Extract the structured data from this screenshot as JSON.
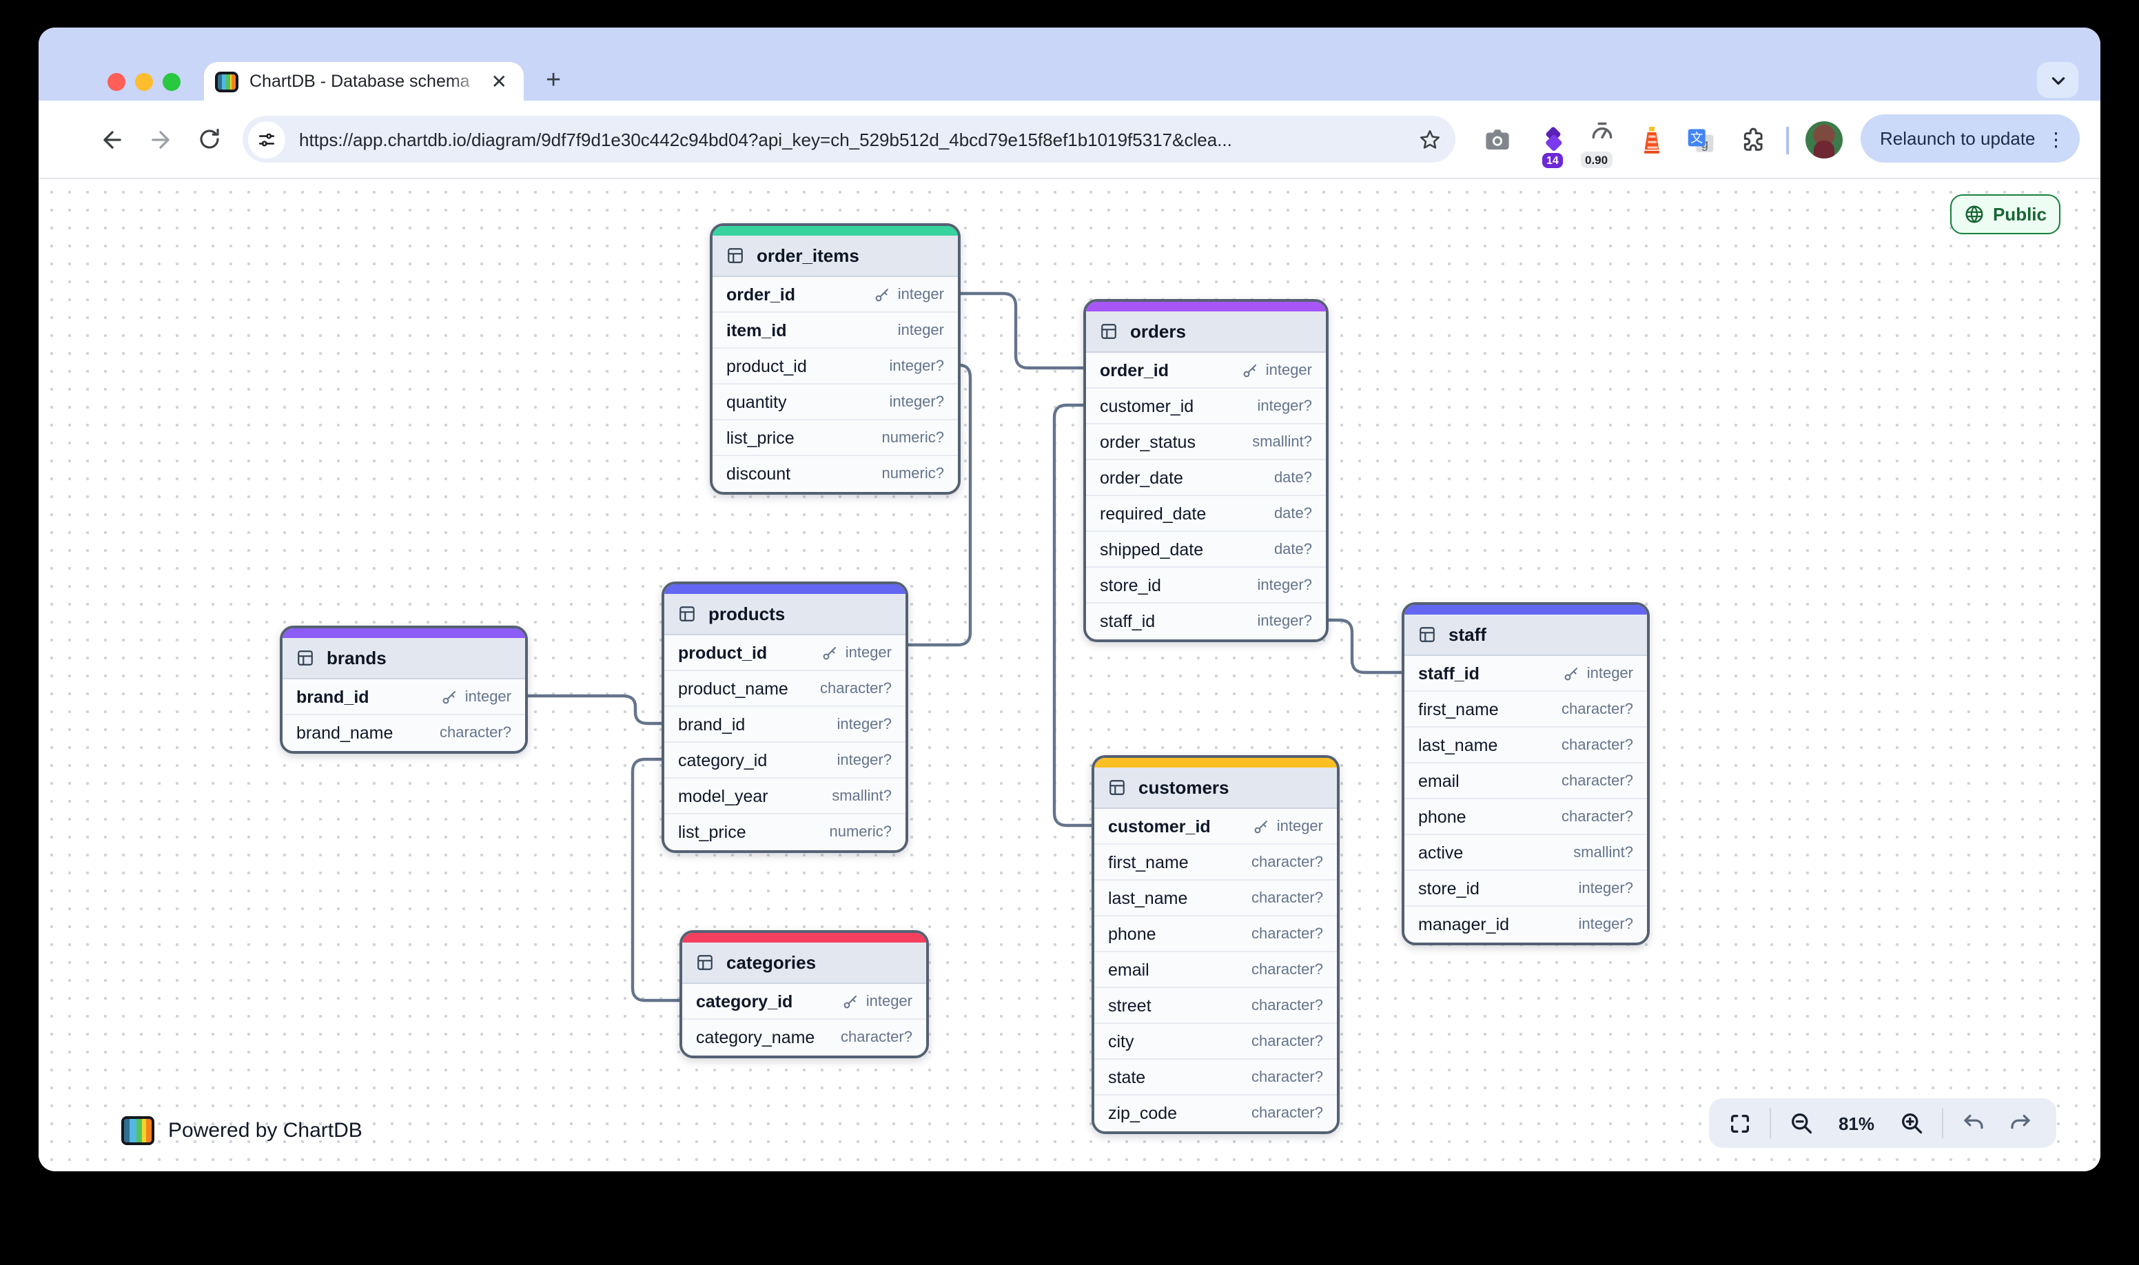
{
  "browser": {
    "tab_title": "ChartDB - Database schema",
    "new_tab_label": "+",
    "url": "https://app.chartdb.io/diagram/9df7f9d1e30c442c94bd04?api_key=ch_529b512d_4bcd79e15f8ef1b1019f5317&clea...",
    "extension_badges": {
      "dia": "14",
      "gauge": "0.90"
    },
    "relaunch_label": "Relaunch to update"
  },
  "diagram": {
    "public_badge": "Public",
    "powered_by": "Powered by ChartDB",
    "zoom_level": "81%",
    "edge_color": "#64748b"
  },
  "tables": [
    {
      "name": "order_items",
      "accent_color": "#38d39f",
      "fields": [
        {
          "name": "order_id",
          "type": "integer",
          "key": true,
          "bold": true
        },
        {
          "name": "item_id",
          "type": "integer",
          "key": false,
          "bold": true
        },
        {
          "name": "product_id",
          "type": "integer?",
          "key": false,
          "bold": false
        },
        {
          "name": "quantity",
          "type": "integer?",
          "key": false,
          "bold": false
        },
        {
          "name": "list_price",
          "type": "numeric?",
          "key": false,
          "bold": false
        },
        {
          "name": "discount",
          "type": "numeric?",
          "key": false,
          "bold": false
        }
      ]
    },
    {
      "name": "orders",
      "accent_color": "#a855f7",
      "fields": [
        {
          "name": "order_id",
          "type": "integer",
          "key": true,
          "bold": true
        },
        {
          "name": "customer_id",
          "type": "integer?",
          "key": false,
          "bold": false
        },
        {
          "name": "order_status",
          "type": "smallint?",
          "key": false,
          "bold": false
        },
        {
          "name": "order_date",
          "type": "date?",
          "key": false,
          "bold": false
        },
        {
          "name": "required_date",
          "type": "date?",
          "key": false,
          "bold": false
        },
        {
          "name": "shipped_date",
          "type": "date?",
          "key": false,
          "bold": false
        },
        {
          "name": "store_id",
          "type": "integer?",
          "key": false,
          "bold": false
        },
        {
          "name": "staff_id",
          "type": "integer?",
          "key": false,
          "bold": false
        }
      ]
    },
    {
      "name": "products",
      "accent_color": "#6366f1",
      "fields": [
        {
          "name": "product_id",
          "type": "integer",
          "key": true,
          "bold": true
        },
        {
          "name": "product_name",
          "type": "character?",
          "key": false,
          "bold": false
        },
        {
          "name": "brand_id",
          "type": "integer?",
          "key": false,
          "bold": false
        },
        {
          "name": "category_id",
          "type": "integer?",
          "key": false,
          "bold": false
        },
        {
          "name": "model_year",
          "type": "smallint?",
          "key": false,
          "bold": false
        },
        {
          "name": "list_price",
          "type": "numeric?",
          "key": false,
          "bold": false
        }
      ]
    },
    {
      "name": "brands",
      "accent_color": "#8b5cf6",
      "fields": [
        {
          "name": "brand_id",
          "type": "integer",
          "key": true,
          "bold": true
        },
        {
          "name": "brand_name",
          "type": "character?",
          "key": false,
          "bold": false
        }
      ]
    },
    {
      "name": "categories",
      "accent_color": "#f43f5e",
      "fields": [
        {
          "name": "category_id",
          "type": "integer",
          "key": true,
          "bold": true
        },
        {
          "name": "category_name",
          "type": "character?",
          "key": false,
          "bold": false
        }
      ]
    },
    {
      "name": "customers",
      "accent_color": "#fbbf24",
      "fields": [
        {
          "name": "customer_id",
          "type": "integer",
          "key": true,
          "bold": true
        },
        {
          "name": "first_name",
          "type": "character?",
          "key": false,
          "bold": false
        },
        {
          "name": "last_name",
          "type": "character?",
          "key": false,
          "bold": false
        },
        {
          "name": "phone",
          "type": "character?",
          "key": false,
          "bold": false
        },
        {
          "name": "email",
          "type": "character?",
          "key": false,
          "bold": false
        },
        {
          "name": "street",
          "type": "character?",
          "key": false,
          "bold": false
        },
        {
          "name": "city",
          "type": "character?",
          "key": false,
          "bold": false
        },
        {
          "name": "state",
          "type": "character?",
          "key": false,
          "bold": false
        },
        {
          "name": "zip_code",
          "type": "character?",
          "key": false,
          "bold": false
        }
      ]
    },
    {
      "name": "staff",
      "accent_color": "#6366f1",
      "fields": [
        {
          "name": "staff_id",
          "type": "integer",
          "key": true,
          "bold": true
        },
        {
          "name": "first_name",
          "type": "character?",
          "key": false,
          "bold": false
        },
        {
          "name": "last_name",
          "type": "character?",
          "key": false,
          "bold": false
        },
        {
          "name": "email",
          "type": "character?",
          "key": false,
          "bold": false
        },
        {
          "name": "phone",
          "type": "character?",
          "key": false,
          "bold": false
        },
        {
          "name": "active",
          "type": "smallint?",
          "key": false,
          "bold": false
        },
        {
          "name": "store_id",
          "type": "integer?",
          "key": false,
          "bold": false
        },
        {
          "name": "manager_id",
          "type": "integer?",
          "key": false,
          "bold": false
        }
      ]
    }
  ]
}
